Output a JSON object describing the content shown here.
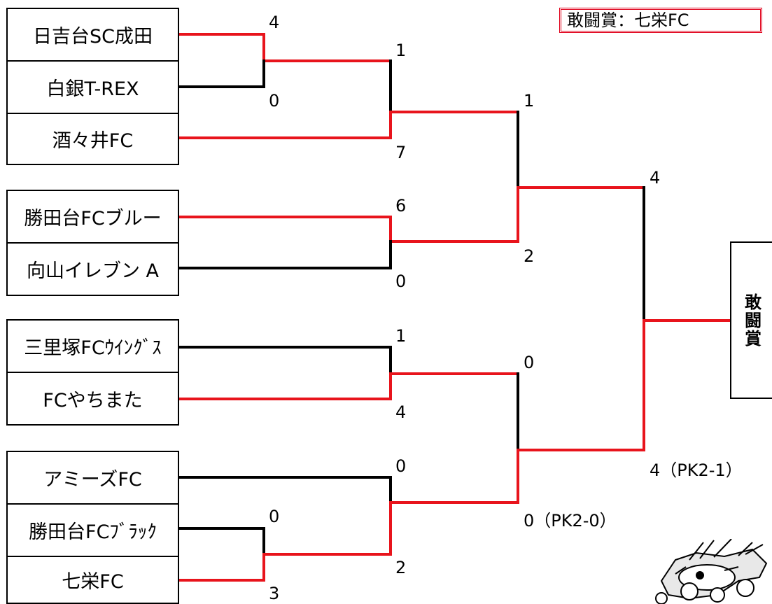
{
  "title": {
    "award_label": "敢闘賞：七栄FC",
    "trophy_label": "敢闘賞"
  },
  "colors": {
    "winner_line": "#e8141c",
    "loser_line": "#000000",
    "award_border": "#e0001a"
  },
  "teams": [
    "日吉台SC成田",
    "白銀T-REX",
    "酒々井FC",
    "勝田台FCブルー",
    "向山イレブン A",
    "三里塚FCｳｲﾝｸﾞｽ",
    "FCやちまた",
    "アミーズFC",
    "勝田台FCﾌﾞﾗｯｸ",
    "七栄FC"
  ],
  "scores": {
    "r1_a": "4",
    "r1_b": "0",
    "r1_c": "0",
    "r1_d": "3",
    "qf1_top": "1",
    "qf1_bottom": "7",
    "qf2_top": "6",
    "qf2_bottom": "0",
    "qf3_top": "1",
    "qf3_bottom": "4",
    "qf4_top": "0",
    "qf4_bottom": "2",
    "sf1_top": "1",
    "sf1_bottom": "2",
    "sf2_top": "0",
    "sf2_bottom": "0（PK2-0）",
    "final_top": "4",
    "final_bottom": "4（PK2-1）"
  }
}
